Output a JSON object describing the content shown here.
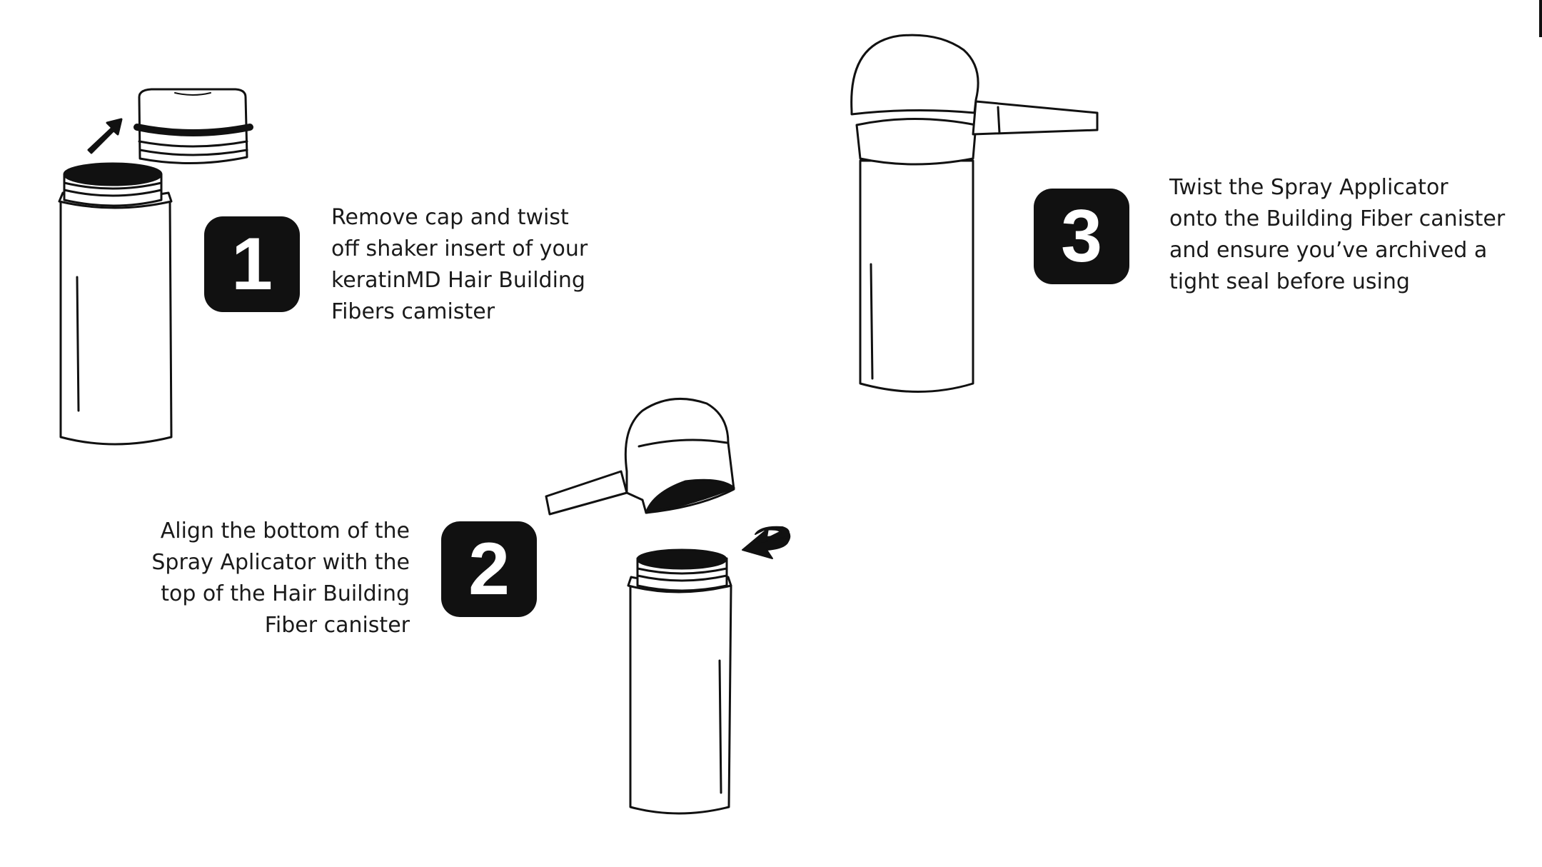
{
  "colors": {
    "ink": "#111111",
    "background": "#ffffff",
    "badge_text": "#ffffff"
  },
  "steps": [
    {
      "number": "1",
      "lines": [
        "Remove cap and twist",
        "off shaker insert of your",
        "keratinMD Hair Building",
        "Fibers camister"
      ]
    },
    {
      "number": "2",
      "lines": [
        "Align the bottom of the",
        "Spray Aplicator with the",
        "top of the Hair Building",
        "Fiber canister"
      ]
    },
    {
      "number": "3",
      "lines": [
        "Twist the Spray Applicator",
        "onto the Building Fiber canister",
        "and ensure you’ve archived a",
        "tight seal before using"
      ]
    }
  ],
  "icons": [
    "canister-icon",
    "shaker-cap-icon",
    "arrow-up-right-icon",
    "spray-applicator-icon",
    "twist-arrow-icon"
  ]
}
